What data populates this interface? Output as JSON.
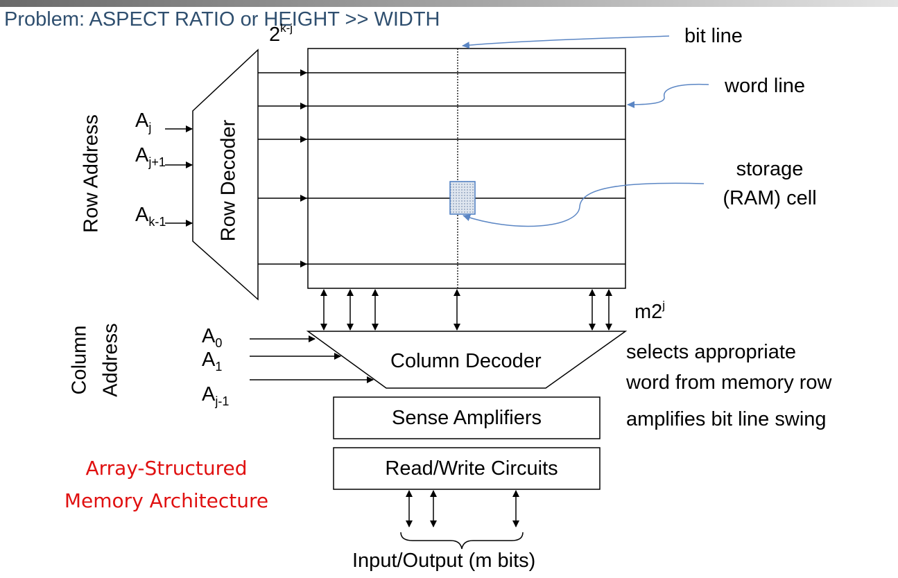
{
  "title": "Problem: ASPECT RATIO or HEIGHT >> WIDTH",
  "row_count_label": {
    "base": "2",
    "exp": "k-j"
  },
  "bit_line_label": "bit line",
  "word_line_label": "word line",
  "storage_cell_label": {
    "line1": "storage",
    "line2": "(RAM) cell"
  },
  "row_address_label": "Row Address",
  "row_decoder_label": "Row Decoder",
  "row_address_inputs": [
    {
      "base": "A",
      "sub": "j"
    },
    {
      "base": "A",
      "sub": "j+1"
    },
    {
      "base": "A",
      "sub": "k-1"
    }
  ],
  "column_address_label": {
    "line1": "Column",
    "line2": "Address"
  },
  "column_address_inputs": [
    {
      "base": "A",
      "sub": "0"
    },
    {
      "base": "A",
      "sub": "1"
    },
    {
      "base": "A",
      "sub": "j-1"
    }
  ],
  "column_count_label": {
    "base": "m2",
    "exp": "j"
  },
  "column_decoder_label": "Column Decoder",
  "column_decoder_desc": {
    "line1": "selects appropriate",
    "line2": "word from memory row"
  },
  "sense_amplifiers_label": "Sense Amplifiers",
  "sense_amplifiers_desc": "amplifies bit line swing",
  "read_write_label": "Read/Write Circuits",
  "io_label": "Input/Output (m bits)",
  "caption": {
    "line1": "Array-Structured",
    "line2": "Memory Architecture"
  },
  "colors": {
    "title": "#2f4f6f",
    "caption": "#e01010",
    "cell_fill": "#c9d7e8",
    "cell_stroke": "#4a7bc0",
    "callout": "#5b86c4"
  }
}
